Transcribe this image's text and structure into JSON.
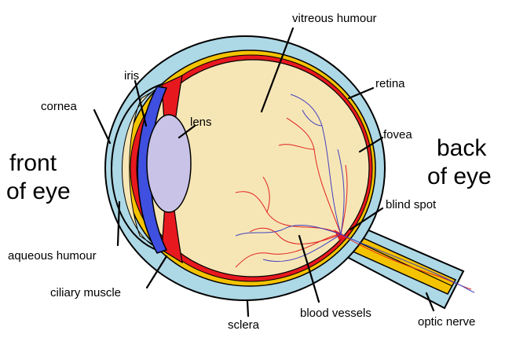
{
  "labels": {
    "vitreous_humour": "vitreous humour",
    "retina": "retina",
    "iris": "iris",
    "cornea": "cornea",
    "lens": "lens",
    "fovea": "fovea",
    "front_of_eye_line1": "front",
    "front_of_eye_line2": "of eye",
    "back_of_eye_line1": "back",
    "back_of_eye_line2": "of eye",
    "blind_spot": "blind spot",
    "aqueous_humour": "aqueous humour",
    "ciliary_muscle": "ciliary muscle",
    "blood_vessels": "blood vessels",
    "sclera": "sclera",
    "optic_nerve": "optic nerve"
  },
  "colors": {
    "sclera": "#add8e6",
    "retina": "#e8181f",
    "choroid": "#f4c300",
    "vitreous": "#f7e6b5",
    "iris": "#3f4fe0",
    "lens": "#c9c3e8",
    "vessel_red": "#e02020",
    "vessel_blue": "#4040c0"
  }
}
